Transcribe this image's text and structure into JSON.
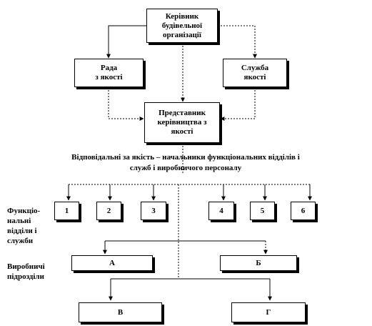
{
  "diagram": {
    "head": "Керівник\nбудівельної\nорганізації",
    "council": "Рада\nз якості",
    "quality_service": "Служба\nякості",
    "representative": "Представник\nкерівництва з\nякості",
    "responsible": "Відповідальні за якість – начальники функціональних відділів і\nслужб і виробничого персоналу",
    "functional_label": "Функціо-\nнальні\nвідділи і\nслужби",
    "production_label": "Виробничі\nпідрозділи",
    "departments": [
      "1",
      "2",
      "3",
      "4",
      "5",
      "6"
    ],
    "units_top": [
      "А",
      "Б"
    ],
    "units_bottom": [
      "В",
      "Г"
    ]
  }
}
